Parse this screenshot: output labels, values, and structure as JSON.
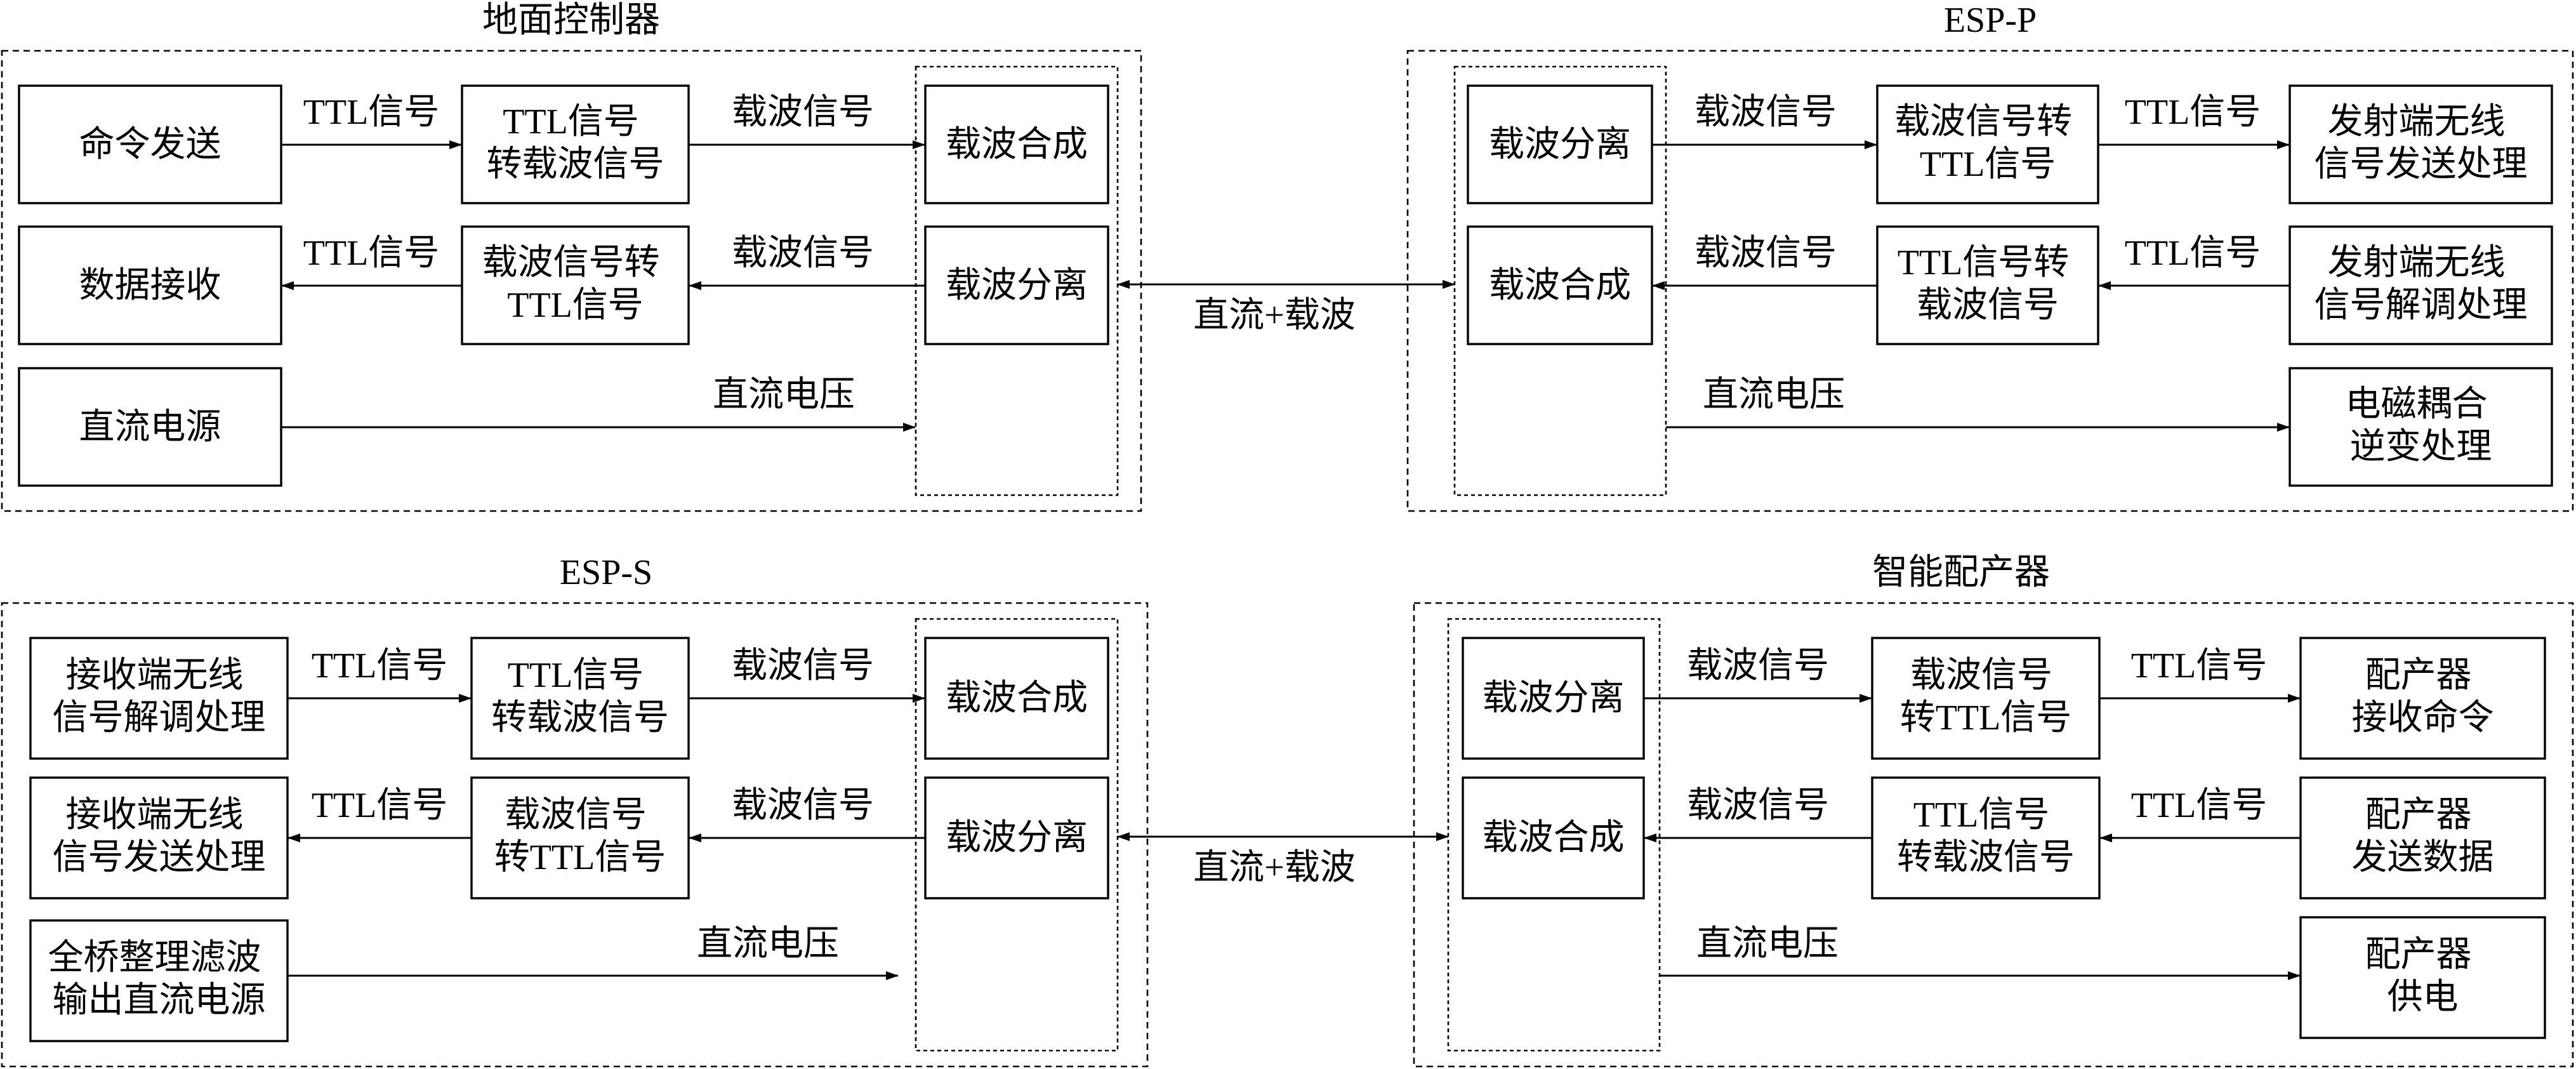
{
  "panels": {
    "ground": {
      "title": "地面控制器",
      "boxes": {
        "cmd_send": [
          "命令发送"
        ],
        "ttl_to_carrier": [
          "TTL信号",
          "转载波信号"
        ],
        "data_recv": [
          "数据接收"
        ],
        "carrier_to_ttl": [
          "载波信号转",
          "TTL信号"
        ],
        "dc_source": [
          "直流电源"
        ],
        "carrier_combine": [
          "载波合成"
        ],
        "carrier_separate": [
          "载波分离"
        ]
      },
      "labels": {
        "ttl_out": "TTL信号",
        "carrier_out": "载波信号",
        "ttl_in": "TTL信号",
        "carrier_in": "载波信号",
        "dc_voltage": "直流电压"
      }
    },
    "esp_p": {
      "title": "ESP-P",
      "boxes": {
        "carrier_separate": [
          "载波分离"
        ],
        "carrier_to_ttl": [
          "载波信号转",
          "TTL信号"
        ],
        "tx_wireless_send": [
          "发射端无线",
          "信号发送处理"
        ],
        "carrier_combine": [
          "载波合成"
        ],
        "ttl_to_carrier": [
          "TTL信号转",
          "载波信号"
        ],
        "tx_wireless_demod": [
          "发射端无线",
          "信号解调处理"
        ],
        "inverter": [
          "电磁耦合",
          "逆变处理"
        ]
      },
      "labels": {
        "carrier_top": "载波信号",
        "ttl_top": "TTL信号",
        "carrier_mid": "载波信号",
        "ttl_mid": "TTL信号",
        "dc_voltage": "直流电压"
      }
    },
    "esp_s": {
      "title": "ESP-S",
      "boxes": {
        "rx_wireless_demod": [
          "接收端无线",
          "信号解调处理"
        ],
        "ttl_to_carrier": [
          "TTL信号",
          "转载波信号"
        ],
        "rx_wireless_send": [
          "接收端无线",
          "信号发送处理"
        ],
        "carrier_to_ttl": [
          "载波信号",
          "转TTL信号"
        ],
        "rectifier": [
          "全桥整理滤波",
          "输出直流电源"
        ],
        "carrier_combine": [
          "载波合成"
        ],
        "carrier_separate": [
          "载波分离"
        ]
      },
      "labels": {
        "ttl_out": "TTL信号",
        "carrier_out": "载波信号",
        "ttl_in": "TTL信号",
        "carrier_in": "载波信号",
        "dc_voltage": "直流电压"
      }
    },
    "distributor": {
      "title": "智能配产器",
      "boxes": {
        "carrier_separate": [
          "载波分离"
        ],
        "carrier_to_ttl": [
          "载波信号",
          "转TTL信号"
        ],
        "recv_cmd": [
          "配产器",
          "接收命令"
        ],
        "carrier_combine": [
          "载波合成"
        ],
        "ttl_to_carrier": [
          "TTL信号",
          "转载波信号"
        ],
        "send_data": [
          "配产器",
          "发送数据"
        ],
        "power": [
          "配产器",
          "供电"
        ]
      },
      "labels": {
        "carrier_top": "载波信号",
        "ttl_top": "TTL信号",
        "carrier_mid": "载波信号",
        "ttl_mid": "TTL信号",
        "dc_voltage": "直流电压"
      }
    }
  },
  "links": {
    "top": "直流+载波",
    "bottom": "直流+载波"
  }
}
